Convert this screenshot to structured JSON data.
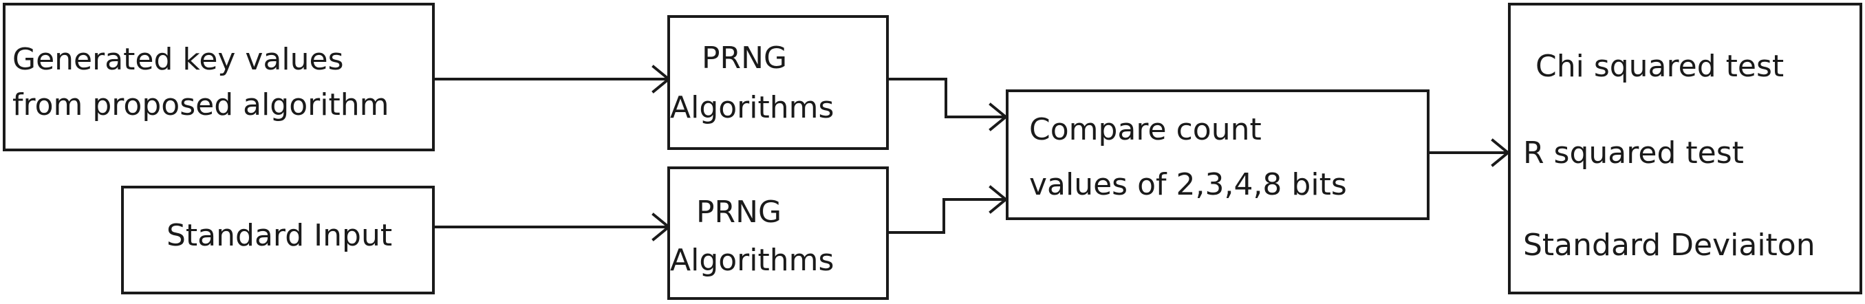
{
  "nodes": {
    "generated_keys": {
      "line1": "Generated key values",
      "line2": "from proposed algorithm"
    },
    "standard_input": {
      "label": "Standard Input"
    },
    "prng_top": {
      "line1": "PRNG",
      "line2": "Algorithms"
    },
    "prng_bottom": {
      "line1": "PRNG",
      "line2": "Algorithms"
    },
    "compare": {
      "line1": "Compare count",
      "line2": "values of 2,3,4,8 bits"
    },
    "tests": {
      "chi": "Chi squared test",
      "r": "R squared test",
      "sd": "Standard Deviaiton"
    }
  },
  "edges": [
    {
      "from": "generated_keys",
      "to": "prng_top"
    },
    {
      "from": "standard_input",
      "to": "prng_bottom"
    },
    {
      "from": "prng_top",
      "to": "compare"
    },
    {
      "from": "prng_bottom",
      "to": "compare"
    },
    {
      "from": "compare",
      "to": "tests"
    }
  ]
}
